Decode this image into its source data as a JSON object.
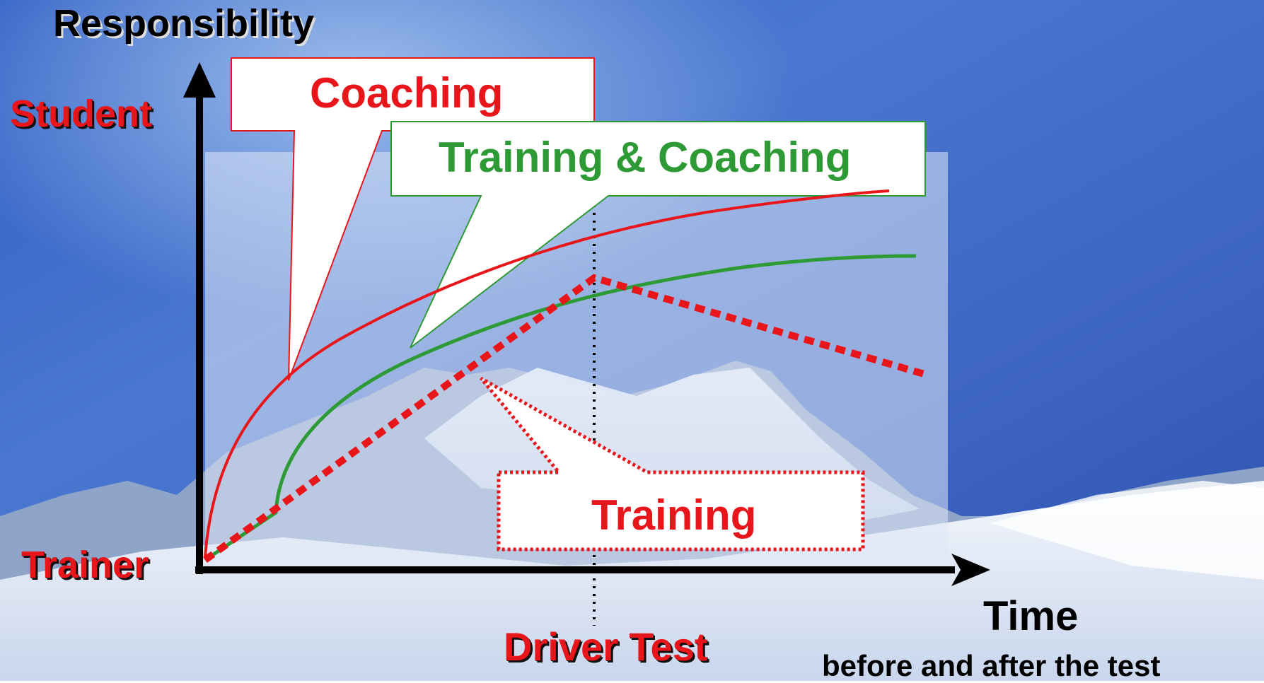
{
  "axes": {
    "y_title": "Responsibility",
    "y_top_label": "Student",
    "y_bottom_label": "Trainer",
    "x_title": "Time",
    "x_subtitle": "before and after the test",
    "marker_label": "Driver Test"
  },
  "callouts": {
    "coaching": "Coaching",
    "training_coaching": "Training & Coaching",
    "training": "Training"
  },
  "colors": {
    "coaching": "#e8151b",
    "training_coaching": "#2e9a35",
    "training": "#e8151b",
    "axis": "#000000"
  }
}
